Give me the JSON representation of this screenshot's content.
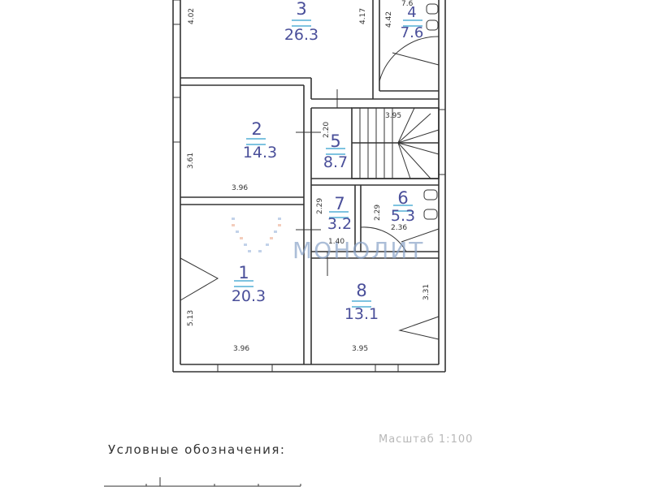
{
  "plan": {
    "rooms": [
      {
        "id": "1",
        "number": "1",
        "area": "20.3"
      },
      {
        "id": "2",
        "number": "2",
        "area": "14.3"
      },
      {
        "id": "3",
        "number": "3",
        "area": "26.3"
      },
      {
        "id": "4",
        "number": "4",
        "area": "7.6"
      },
      {
        "id": "5",
        "number": "5",
        "area": "8.7"
      },
      {
        "id": "6",
        "number": "6",
        "area": "5.3"
      },
      {
        "id": "7",
        "number": "7",
        "area": "3.2"
      },
      {
        "id": "8",
        "number": "8",
        "area": "13.1"
      }
    ],
    "dimensions": {
      "room3_height": "4.02",
      "room3_right": "4.17",
      "room4_height": "4.42",
      "room4_top": "7.6",
      "room2_height": "3.61",
      "room2_width": "3.96",
      "room5_height": "2.20",
      "stair_width": "3.95",
      "room7_height": "2.29",
      "room6_height": "2.29",
      "room6_width": "2.36",
      "room7_width": "1.40",
      "room1_height": "5.13",
      "room1_width": "3.96",
      "room8_height": "3.31",
      "room8_width": "3.95"
    },
    "watermark": "МОНОЛИТ"
  },
  "legend": {
    "title": "Условные обозначения:",
    "scale": "Масштаб 1:100"
  },
  "colors": {
    "wall": "#333333",
    "room_label": "#4a4f9a",
    "room_underline": "#7ec3e0",
    "watermark": "#8aa3c8"
  }
}
